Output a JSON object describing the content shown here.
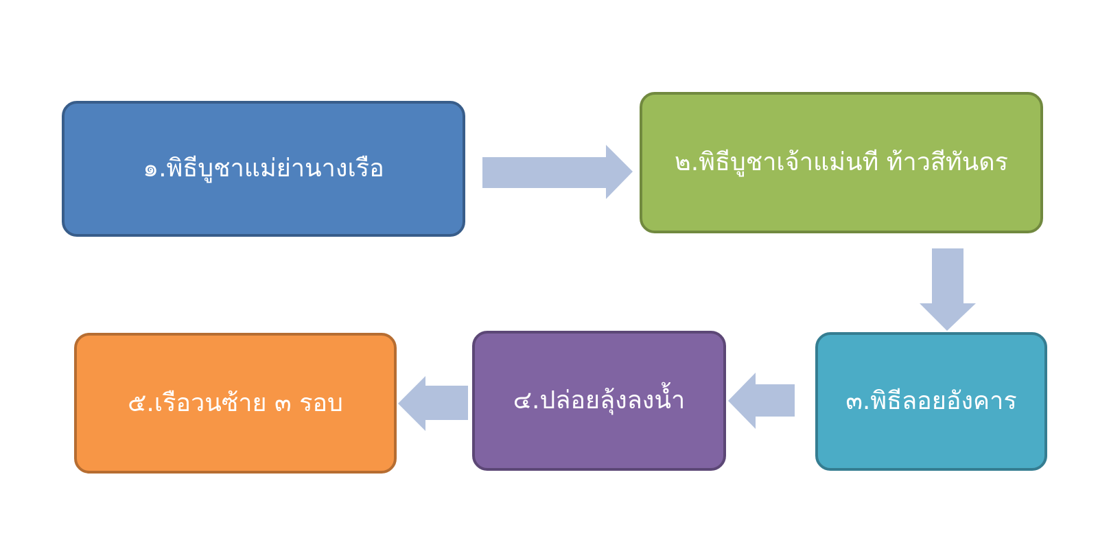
{
  "steps": [
    {
      "label": "๑.พิธีบูชาแม่ย่านางเรือ",
      "fill": "#4f81bd",
      "border": "#385d8a"
    },
    {
      "label": "๒.พิธีบูชาเจ้าแม่นที ท้าวสีทันดร",
      "fill": "#9bbb59",
      "border": "#71893f"
    },
    {
      "label": "๓.พิธีลอยอังคาร",
      "fill": "#4bacc6",
      "border": "#357d91"
    },
    {
      "label": "๔.ปล่อยลุ้งลงน้ำ",
      "fill": "#8064a2",
      "border": "#5c4776"
    },
    {
      "label": "๕.เรือวนซ้าย ๓ รอบ",
      "fill": "#f79646",
      "border": "#b66d31"
    }
  ],
  "arrow_color": "#b2c1dd"
}
